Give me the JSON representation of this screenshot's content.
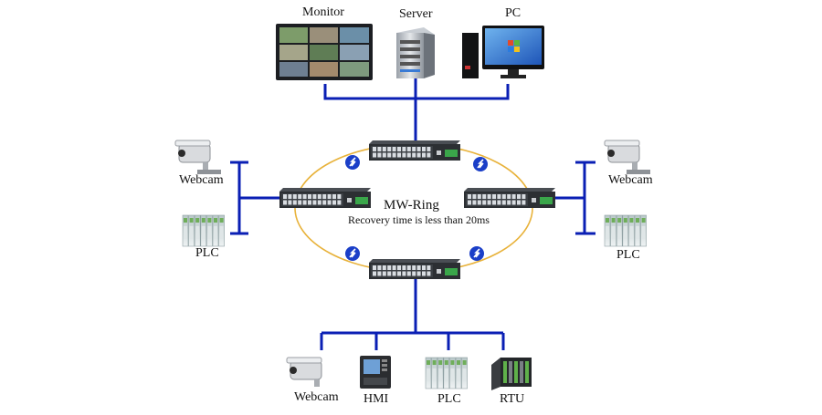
{
  "top_devices": {
    "monitor": "Monitor",
    "server": "Server",
    "pc": "PC"
  },
  "left_devices": {
    "webcam": "Webcam",
    "plc": "PLC"
  },
  "right_devices": {
    "webcam": "Webcam",
    "plc": "PLC"
  },
  "bottom_devices": {
    "webcam": "Webcam",
    "hmi": "HMI",
    "plc": "PLC",
    "rtu": "RTU"
  },
  "ring": {
    "title": "MW-Ring",
    "subtitle": "Recovery time is less than 20ms"
  },
  "colors": {
    "link": "#0a1fb4",
    "ring": "#e8b23a",
    "switch_body": "#2c2f33",
    "switch_face": "#3b3f44",
    "port": "#d9dde2",
    "terminal": "#3aa64a",
    "badge": "#1b3fc8"
  }
}
